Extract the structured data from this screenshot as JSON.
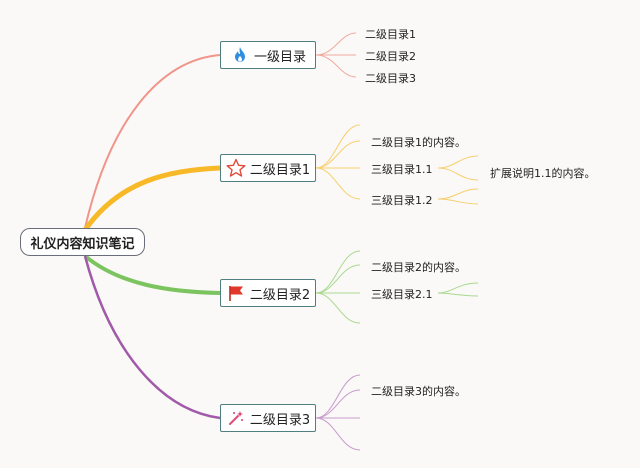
{
  "root": {
    "label": "礼仪内容知识笔记"
  },
  "branches": [
    {
      "label": "一级目录",
      "icon": "fire-icon",
      "color": "#f0958a",
      "children": [
        "二级目录1",
        "二级目录2",
        "二级目录3"
      ]
    },
    {
      "label": "二级目录1",
      "icon": "star-icon",
      "color": "#f7b928",
      "children": [
        "二级目录1的内容。",
        "三级目录1.1",
        "三级目录1.2"
      ],
      "sub": {
        "label": "扩展说明1.1的内容。"
      }
    },
    {
      "label": "二级目录2",
      "icon": "flag-icon",
      "color": "#7cc45f",
      "children": [
        "二级目录2的内容。",
        "三级目录2.1"
      ]
    },
    {
      "label": "二级目录3",
      "icon": "magic-wand-icon",
      "color": "#a05aa8",
      "children": [
        "二级目录3的内容。"
      ]
    }
  ]
}
